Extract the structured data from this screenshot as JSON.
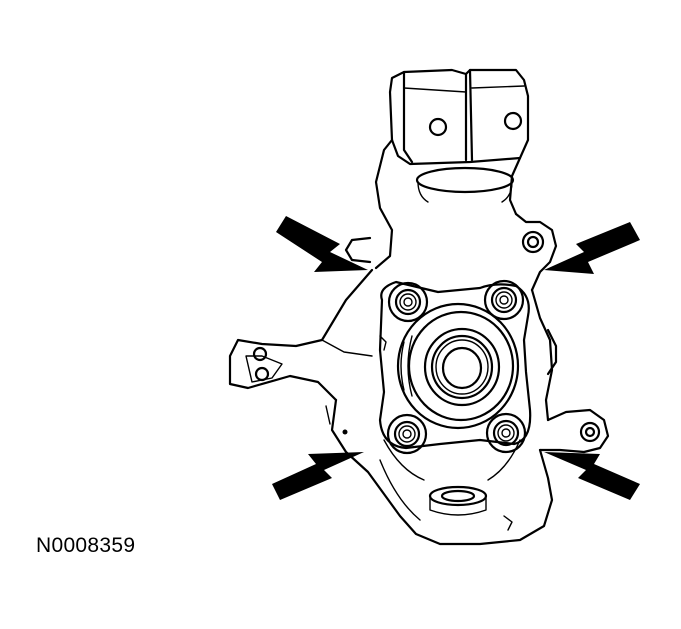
{
  "figure": {
    "id_label": "N0008359"
  },
  "callouts": [
    {
      "name": "arrow-upper-left",
      "points_to": "upper-left-bolt"
    },
    {
      "name": "arrow-upper-right",
      "points_to": "upper-right-bolt"
    },
    {
      "name": "arrow-lower-left",
      "points_to": "lower-left-bolt"
    },
    {
      "name": "arrow-lower-right",
      "points_to": "lower-right-bolt"
    }
  ],
  "colors": {
    "ink": "#000000",
    "background": "#ffffff"
  }
}
